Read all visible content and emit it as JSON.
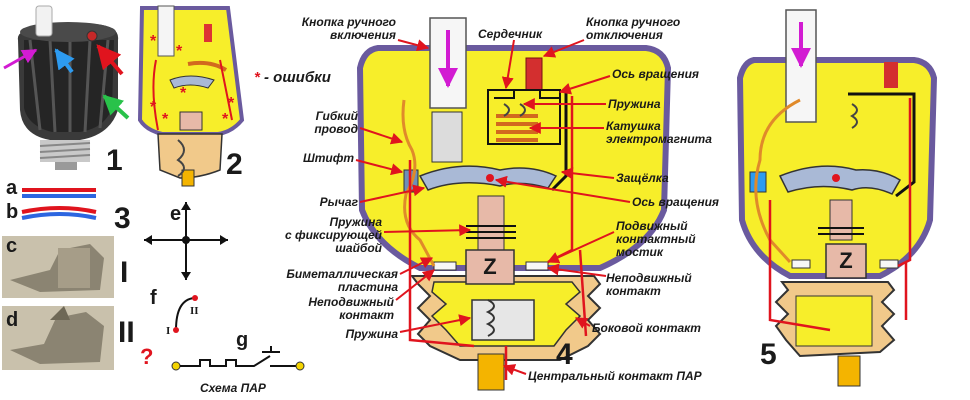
{
  "figure_numbers": {
    "f1": "1",
    "f2": "2",
    "f3": "3",
    "f4": "4",
    "f5": "5"
  },
  "letters": {
    "a": "a",
    "b": "b",
    "c": "c",
    "d": "d",
    "e": "e",
    "f": "f",
    "g": "g"
  },
  "roman": {
    "one": "I",
    "two": "II",
    "small_one": "I",
    "small_two": "II"
  },
  "legend": {
    "star": "*",
    "errors": "- ошибки"
  },
  "question_mark": "?",
  "z_label": "Z",
  "scheme_caption": "Схема ПАР",
  "labels": {
    "manual_on": "Кнопка ручного\nвключения",
    "core": "Сердечник",
    "manual_off": "Кнопка ручного\nотключения",
    "axis_top": "Ось вращения",
    "spring_top": "Пружина",
    "coil": "Катушка\nэлектромагнита",
    "flex_wire": "Гибкий\nпровод",
    "pin": "Штифт",
    "latch": "Защёлка",
    "lever": "Рычаг",
    "axis_mid": "Ось вращения",
    "spring_washer": "Пружина\nс фиксирующей\nшайбой",
    "movable_bridge": "Подвижный\nконтактный\nмостик",
    "bimetal": "Биметаллическая\nпластина",
    "fixed_contact_left": "Неподвижный\nконтакт",
    "fixed_contact_right": "Неподвижный\nконтакт",
    "spring_bottom": "Пружина",
    "side_contact": "Боковой контакт",
    "central_contact": "Центральный контакт ПАР"
  },
  "colors": {
    "housing": "#f7ee2a",
    "frame": "#6a5a9e",
    "arrow": "#e0141e",
    "wire": "#e0141e",
    "flex": "#e08a2a",
    "coil": "#d2691e",
    "stem": "#e7b9a8",
    "lever": "#a9b9d6",
    "pin": "#6e8fb8",
    "base": "#f1c98a",
    "contact": "#f4b400",
    "plunger": "#b57bff"
  }
}
